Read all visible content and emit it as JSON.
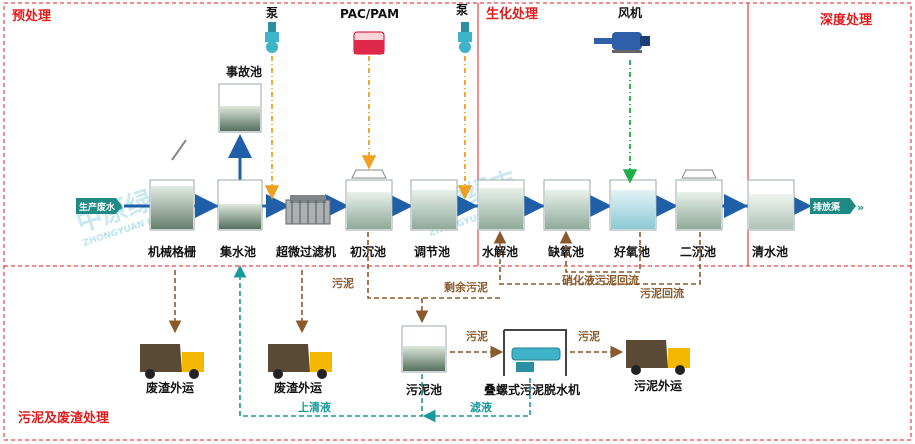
{
  "sections": {
    "pretreatment": "预处理",
    "biochemical": "生化处理",
    "advanced": "深度处理",
    "sludge": "污泥及废渣处理"
  },
  "inputs": {
    "pump_left": "泵",
    "pac_pam": "PAC/PAM",
    "pump_right": "泵",
    "blower": "风机"
  },
  "units": {
    "accident_tank": "事故池",
    "screen": "机械格栅",
    "collection": "集水池",
    "micro_filter": "超微过滤机",
    "primary_settling": "初沉池",
    "equalization": "调节池",
    "hydrolysis": "水解池",
    "anoxic": "缺氧池",
    "aerobic": "好氧池",
    "secondary_settling": "二沉池",
    "clear_water": "清水池",
    "sludge_tank": "污泥池",
    "dewatering": "叠螺式污泥脱水机"
  },
  "endpoints": {
    "influent": "生产废水",
    "effluent": "排放渠"
  },
  "flows": {
    "sludge_1": "污泥",
    "excess_sludge": "剩余污泥",
    "nitrification_return": "硝化液污泥回流",
    "sludge_return": "污泥回流",
    "sludge_2": "污泥",
    "sludge_3": "污泥",
    "supernatant": "上清液",
    "filtrate": "滤液"
  },
  "disposal": {
    "residue_1": "废渣外运",
    "residue_2": "废渣外运",
    "sludge_out": "污泥外运"
  },
  "watermark": {
    "name": "中原绿丰",
    "latin": "ZHONGYUAN LUFENG"
  },
  "colors": {
    "main_flow": "#1f5fa8",
    "sludge_flow": "#8a5a2c",
    "pump_flow": "#f0a020",
    "air_flow": "#1fae4a",
    "return_flow": "#1a9a9a",
    "section_border": "#e31b1b"
  }
}
